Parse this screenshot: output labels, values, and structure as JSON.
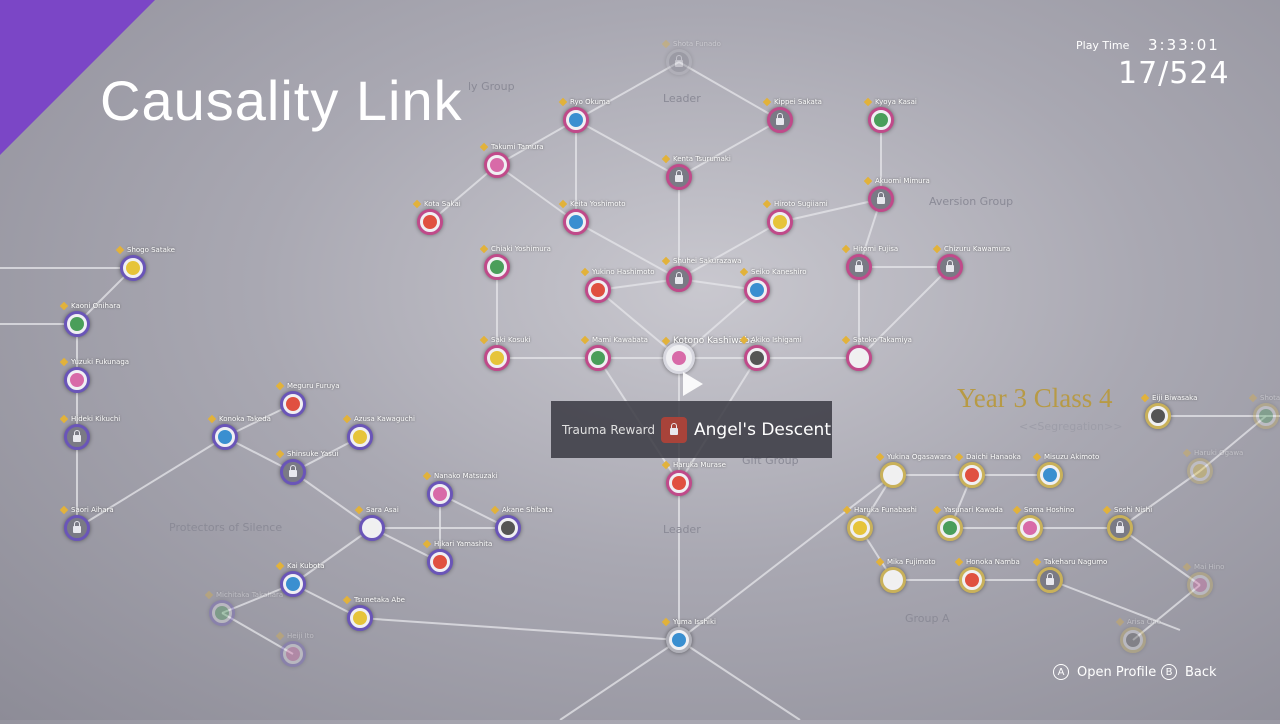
{
  "title": "Causality Link",
  "hud": {
    "playtime_label": "Play Time",
    "playtime": "3:33:01",
    "progress": "17/524"
  },
  "tooltip": {
    "label": "Trauma Reward",
    "name": "Angel's Descent",
    "icon": "lock-icon"
  },
  "year_class": {
    "title": "Year 3 Class 4",
    "subtitle": "<<Segregation>>"
  },
  "buttons": {
    "a_key": "A",
    "a_label": "Open Profile",
    "b_key": "B",
    "b_label": "Back"
  },
  "groups": [
    {
      "text": "ly Group"
    },
    {
      "text": "Leader"
    },
    {
      "text": "Aversion Group"
    },
    {
      "text": "Gift Group"
    },
    {
      "text": "Protectors of Silence"
    },
    {
      "text": "Leader"
    },
    {
      "text": "Group A"
    }
  ],
  "colors": {
    "magenta": "#c04a8a",
    "purple": "#6a55b8",
    "gold": "#c9b15a",
    "accent_corner": "#7b46c6"
  },
  "nodes": [
    {
      "name": "Shota Funado",
      "style": "gray faded",
      "locked": true
    },
    {
      "name": "Ryo Okuma",
      "style": "magenta",
      "locked": false
    },
    {
      "name": "Kippei Sakata",
      "style": "magenta",
      "locked": true
    },
    {
      "name": "Kyoya Kasai",
      "style": "magenta",
      "locked": false
    },
    {
      "name": "Takumi Tamura",
      "style": "magenta",
      "locked": false
    },
    {
      "name": "Kenta Tsurumaki",
      "style": "magenta",
      "locked": true
    },
    {
      "name": "Akuomi Mimura",
      "style": "magenta",
      "locked": true
    },
    {
      "name": "Kota Sakai",
      "style": "magenta",
      "locked": false
    },
    {
      "name": "Keita Yoshimoto",
      "style": "magenta",
      "locked": false
    },
    {
      "name": "Hiroto Sugiiami",
      "style": "magenta",
      "locked": false
    },
    {
      "name": "Chiaki Yoshimura",
      "style": "magenta",
      "locked": false
    },
    {
      "name": "Shuhei Sakurazawa",
      "style": "magenta",
      "locked": true
    },
    {
      "name": "Hitomi Fujisa",
      "style": "magenta",
      "locked": true
    },
    {
      "name": "Chizuru Kawamura",
      "style": "magenta",
      "locked": true
    },
    {
      "name": "Yukino Hashimoto",
      "style": "magenta",
      "locked": false
    },
    {
      "name": "Seiko Kaneshiro",
      "style": "magenta",
      "locked": false
    },
    {
      "name": "Saki Kosuki",
      "style": "magenta",
      "locked": false
    },
    {
      "name": "Mami Kawabata",
      "style": "magenta",
      "locked": false
    },
    {
      "name": "Kotono Kashiwaba",
      "style": "selected",
      "locked": false
    },
    {
      "name": "Akiko Ishigami",
      "style": "magenta",
      "locked": false
    },
    {
      "name": "Satoko Takamiya",
      "style": "magenta",
      "locked": false
    },
    {
      "name": "Haruka Murase",
      "style": "magenta",
      "locked": false
    },
    {
      "name": "Yuma Isshiki",
      "style": "gray",
      "locked": false
    },
    {
      "name": "Shogo Satake",
      "style": "purple",
      "locked": false
    },
    {
      "name": "Kaoni Onihara",
      "style": "purple",
      "locked": false
    },
    {
      "name": "Yuzuki Fukunaga",
      "style": "purple",
      "locked": false
    },
    {
      "name": "Hideki Kikuchi",
      "style": "purple",
      "locked": true
    },
    {
      "name": "Saori Aihara",
      "style": "purple",
      "locked": true
    },
    {
      "name": "Meguru Furuya",
      "style": "purple",
      "locked": false
    },
    {
      "name": "Konoka Takeda",
      "style": "purple",
      "locked": false
    },
    {
      "name": "Azusa Kawaguchi",
      "style": "purple",
      "locked": false
    },
    {
      "name": "Shinsuke Yasui",
      "style": "purple",
      "locked": true
    },
    {
      "name": "Nanako Matsuzaki",
      "style": "purple",
      "locked": false
    },
    {
      "name": "Akane Shibata",
      "style": "purple",
      "locked": false
    },
    {
      "name": "Sara Asai",
      "style": "purple",
      "locked": false
    },
    {
      "name": "Hikari Yamashita",
      "style": "purple",
      "locked": false
    },
    {
      "name": "Kai Kubota",
      "style": "purple",
      "locked": false
    },
    {
      "name": "Tsunetaka Abe",
      "style": "purple",
      "locked": false
    },
    {
      "name": "Michitaka Takahara",
      "style": "purple faded",
      "locked": false
    },
    {
      "name": "Heiji Ito",
      "style": "purple faded",
      "locked": false
    },
    {
      "name": "Eiji Biwasaka",
      "style": "gold",
      "locked": false
    },
    {
      "name": "Yukina Ogasawara",
      "style": "gold",
      "locked": false
    },
    {
      "name": "Daichi Hanaoka",
      "style": "gold",
      "locked": false
    },
    {
      "name": "Misuzu Akimoto",
      "style": "gold",
      "locked": false
    },
    {
      "name": "Haruka Funabashi",
      "style": "gold",
      "locked": false
    },
    {
      "name": "Yasunari Kawada",
      "style": "gold",
      "locked": false
    },
    {
      "name": "Soma Hoshino",
      "style": "gold",
      "locked": false
    },
    {
      "name": "Soshi Nishi",
      "style": "gold",
      "locked": true
    },
    {
      "name": "Mika Fujimoto",
      "style": "gold",
      "locked": false
    },
    {
      "name": "Honoka Namba",
      "style": "gold",
      "locked": false
    },
    {
      "name": "Takeharu Nagumo",
      "style": "gold",
      "locked": true
    },
    {
      "name": "Haruki Ogawa",
      "style": "gold faded",
      "locked": false
    },
    {
      "name": "Shota",
      "style": "gold faded",
      "locked": false
    },
    {
      "name": "Mai Hino",
      "style": "gold faded",
      "locked": false
    },
    {
      "name": "Arisa Ono",
      "style": "gold faded",
      "locked": false
    }
  ]
}
